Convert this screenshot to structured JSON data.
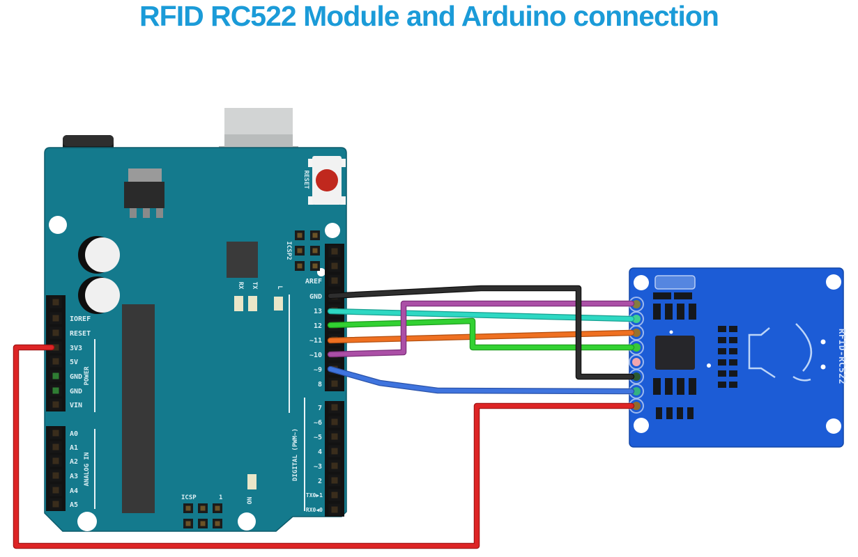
{
  "title": {
    "text": "RFID RC522 Module and Arduino connection",
    "color": "#1b9bd8"
  },
  "arduino": {
    "board_color": "#147a8d",
    "digital_top_labels": [
      "AREF",
      "GND",
      "13",
      "12",
      "~11",
      "~10",
      "~9",
      "8"
    ],
    "digital_bottom_labels": [
      "7",
      "~6",
      "~5",
      "4",
      "~3",
      "2",
      "TX0▶1",
      "RX0◀0"
    ],
    "digital_bracket_label": "DIGITAL (PWM~)",
    "power_labels": [
      "IOREF",
      "RESET",
      "3V3",
      "5V",
      "GND",
      "GND",
      "VIN"
    ],
    "power_bracket_label": "POWER",
    "analog_labels": [
      "A0",
      "A1",
      "A2",
      "A3",
      "A4",
      "A5"
    ],
    "analog_bracket_label": "ANALOG IN",
    "reset_button_label": "RESET",
    "icsp2_label": "ICSP2",
    "icsp_label": "ICSP",
    "icsp_pin1_label": "1",
    "rx_label": "RX",
    "tx_label": "TX",
    "led_l_label": "L",
    "led_on_label": "ON"
  },
  "rfid": {
    "board_color": "#1c5cd6",
    "silk_label": "RFID-RC522",
    "pin_dot_colors": [
      "#857e3e",
      "#3fcf92",
      "#96722e",
      "#38c838",
      "#f2a6ae",
      "#2a5b33",
      "#33b183",
      "#8f6c2e"
    ],
    "unconnected_pin_color": "#f2a6ae"
  },
  "wires": [
    {
      "id": "wire-black",
      "color_name": "black",
      "hex": "#2e2e2e",
      "hex_dark": "#101010",
      "from": "Arduino GND",
      "to": "RFID pin 6"
    },
    {
      "id": "wire-cyan",
      "color_name": "cyan",
      "hex": "#2ed8c3",
      "hex_dark": "#17a091",
      "from": "Arduino 13",
      "to": "RFID pin 2"
    },
    {
      "id": "wire-green",
      "color_name": "green",
      "hex": "#32d132",
      "hex_dark": "#1d9e1d",
      "from": "Arduino 12",
      "to": "RFID pin 4"
    },
    {
      "id": "wire-orange",
      "color_name": "orange",
      "hex": "#ef7021",
      "hex_dark": "#b34f10",
      "from": "Arduino ~11",
      "to": "RFID pin 3"
    },
    {
      "id": "wire-purple",
      "color_name": "purple",
      "hex": "#ab4fa6",
      "hex_dark": "#7c2f7a",
      "from": "Arduino ~10",
      "to": "RFID pin 1"
    },
    {
      "id": "wire-blue",
      "color_name": "blue",
      "hex": "#3f74de",
      "hex_dark": "#2a52a8",
      "from": "Arduino ~9",
      "to": "RFID pin 7"
    },
    {
      "id": "wire-red",
      "color_name": "red",
      "hex": "#dd2425",
      "hex_dark": "#a31313",
      "from": "Arduino 3V3",
      "to": "RFID pin 8"
    }
  ]
}
